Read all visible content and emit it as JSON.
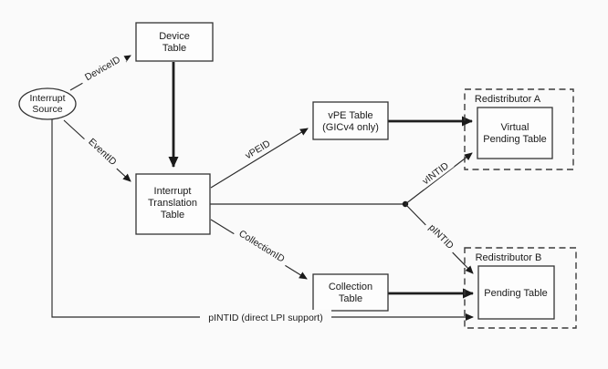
{
  "nodes": {
    "interrupt_source": {
      "lines": [
        "Interrupt",
        "Source"
      ]
    },
    "device_table": {
      "lines": [
        "Device",
        "Table"
      ]
    },
    "interrupt_translation_table": {
      "lines": [
        "Interrupt",
        "Translation",
        "Table"
      ]
    },
    "vpe_table": {
      "lines": [
        "vPE Table",
        "(GICv4 only)"
      ]
    },
    "collection_table": {
      "lines": [
        "Collection",
        "Table"
      ]
    },
    "virtual_pending_table": {
      "lines": [
        "Virtual",
        "Pending Table"
      ]
    },
    "pending_table": {
      "lines": [
        "Pending Table"
      ]
    },
    "redistributor_a": {
      "label": "Redistributor A"
    },
    "redistributor_b": {
      "label": "Redistributor B"
    }
  },
  "edge_labels": {
    "device_id": "DeviceID",
    "event_id": "EventID",
    "vpe_id": "vPEID",
    "vint_id": "vINTID",
    "pint_id": "pINTID",
    "collection_id": "CollectionID",
    "direct_lpi": "pINTID (direct LPI support)"
  },
  "colors": {
    "background": "#fafafa",
    "line": "#2a2a2a",
    "box_stroke": "#333333",
    "box_fill": "#fdfdfd",
    "text": "#1a1a1a"
  }
}
